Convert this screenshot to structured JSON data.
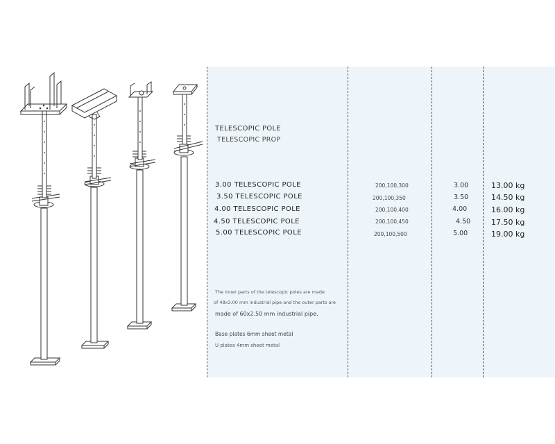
{
  "title": "TELESCOPIC POLE",
  "subtitle": "TELESCOPIC PROP",
  "rows": [
    {
      "name": "3.00 TELESCOPIC POLE",
      "code": "200,100,300",
      "length": "3.00",
      "weight": "13.00 kg"
    },
    {
      "name": "3.50 TELESCOPIC POLE",
      "code": "200,100,350",
      "length": "3.50",
      "weight": "14.50 kg"
    },
    {
      "name": "4.00 TELESCOPIC POLE",
      "code": "200,100,400",
      "length": "4.00",
      "weight": "16.00 kg"
    },
    {
      "name": "4.50 TELESCOPIC POLE",
      "code": "200,100,450",
      "length": "4.50",
      "weight": "17.50 kg"
    },
    {
      "name": "5.00 TELESCOPIC POLE",
      "code": "200,100,500",
      "length": "5.00",
      "weight": "19.00 kg"
    }
  ],
  "notes": {
    "line1": "The inner parts of the telescopic poles are made",
    "line2": "of 48x3.00 mm industrial pipe and the outer parts are",
    "line3": "made of 60x2.50 mm industrial pipe.",
    "base_plates": "Base plates 6mm sheet metal",
    "u_plates": "U plates 4mm sheet metal"
  },
  "colors": {
    "panel": "#eef5fa",
    "line": "#333333"
  },
  "illustrations": [
    "u-head-prop-icon",
    "beam-head-prop-icon",
    "fork-head-prop-icon",
    "flat-plate-prop-icon"
  ]
}
